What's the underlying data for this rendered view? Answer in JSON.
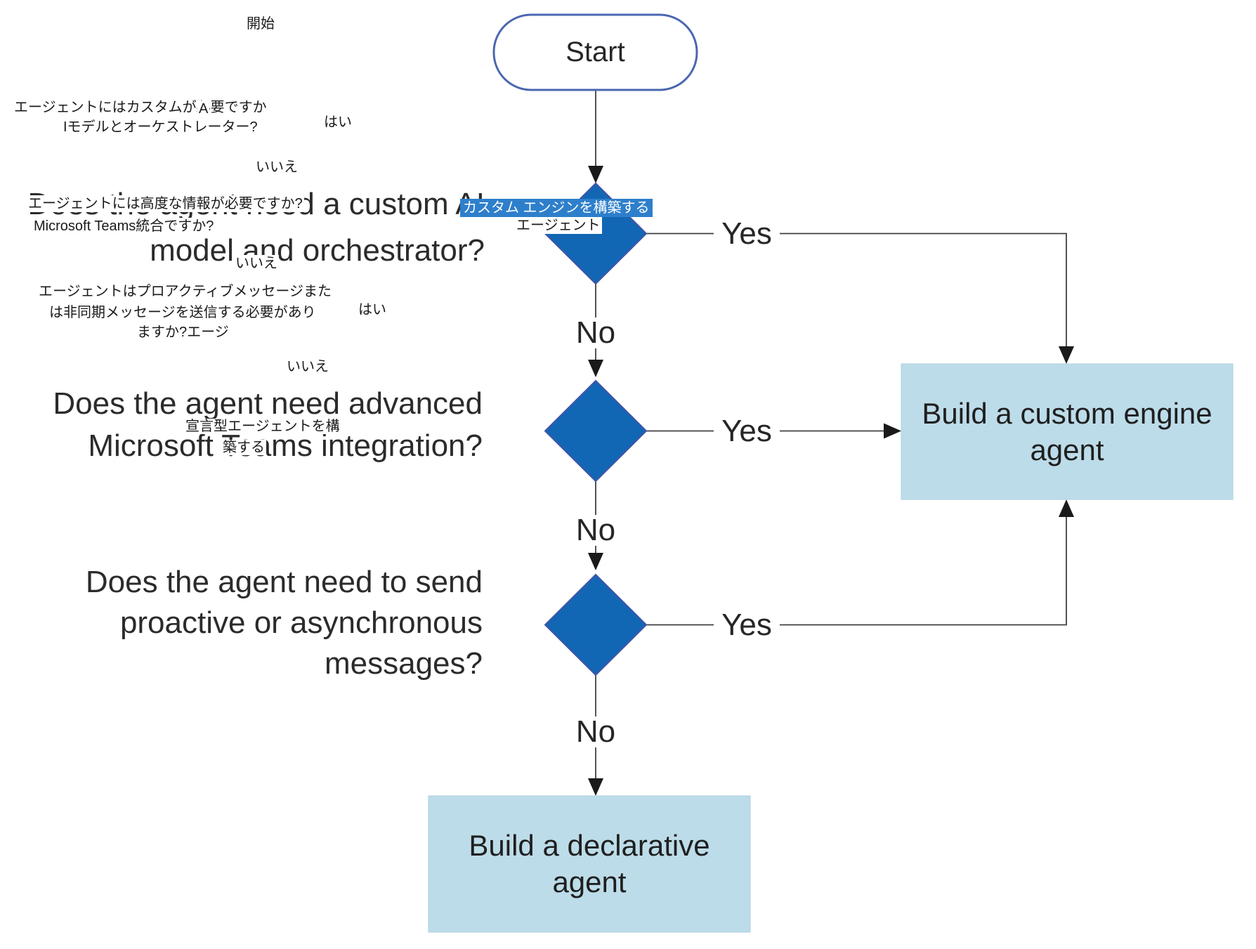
{
  "flowchart": {
    "start": {
      "label": "Start"
    },
    "questions": [
      {
        "lines": [
          "Does the agent need a custom AI",
          "model and orchestrator?"
        ]
      },
      {
        "lines": [
          "Does the agent need advanced",
          "Microsoft Teams integration?"
        ]
      },
      {
        "lines": [
          "Does the agent need to send",
          "proactive or asynchronous",
          "messages?"
        ]
      }
    ],
    "edge_labels": {
      "yes": "Yes",
      "no": "No"
    },
    "outcomes": [
      {
        "label": "Build a custom engine\nagent"
      },
      {
        "label": "Build a declarative\nagent"
      }
    ],
    "overlay_ja": {
      "kaishi": "開始",
      "q1_line1": "エージェントにはカスタムが必要ですか",
      "q1_line1_suffix": "A",
      "q1_line2": "Iモデルとオーケストレーター?",
      "hai_1": "はい",
      "iie_1": "いいえ",
      "q2_line1": "エージェントには高度な情報が必要ですか?",
      "q2_line2": "Microsoft Teams統合ですか?",
      "iie_2": "いいえ",
      "q3_line1": "エージェントはプロアクティブメッセージまた",
      "q3_line2": "は非同期メッセージを送信する必要があり",
      "hai_2": "はい",
      "q3_line3": "ますか?エージ",
      "iie_3": "いいえ",
      "highlight": "カスタム エンジンを構築する",
      "highlight_sub": "エージェント",
      "sengen_line1": "宣言型エージェントを構",
      "sengen_line2": "築する"
    },
    "colors": {
      "decision_fill": "#1267b4",
      "decision_border": "#4053a8",
      "terminator_border": "#4a67b0",
      "outcome_fill": "#bddce9",
      "outcome_border": "#abd0de",
      "highlight_bg": "#2e7fcb",
      "connector": "#404040",
      "text": "#262626"
    }
  }
}
